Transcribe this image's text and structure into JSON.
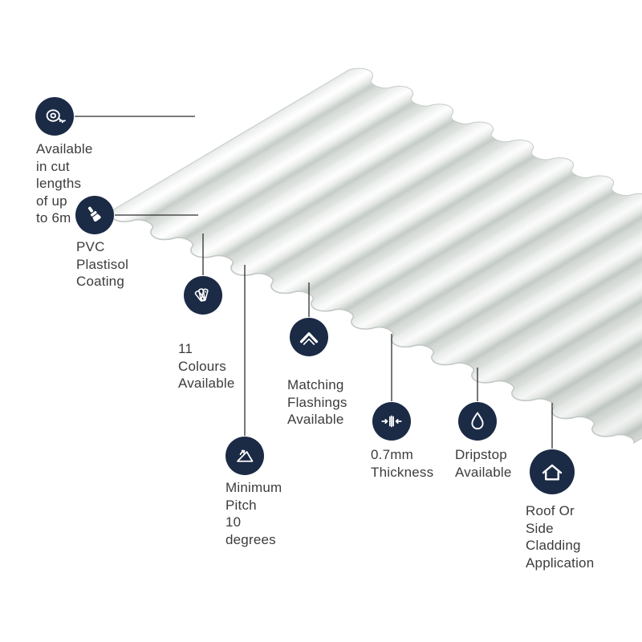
{
  "product": {
    "illustration": "corrugated-roofing-sheet"
  },
  "features": [
    {
      "id": "cut-lengths",
      "icon": "tape-measure-icon",
      "label": "Available in cut\nlengths of up\nto 6m"
    },
    {
      "id": "pvc-coating",
      "icon": "paintbrush-icon",
      "label": "PVC Plastisol\nCoating"
    },
    {
      "id": "colours",
      "icon": "colour-swatch-icon",
      "label": "11 Colours\nAvailable"
    },
    {
      "id": "flashings",
      "icon": "flashing-icon",
      "label": "Matching\nFlashings\nAvailable"
    },
    {
      "id": "pitch",
      "icon": "pitch-angle-icon",
      "label": "Minimum Pitch\n10 degrees"
    },
    {
      "id": "thickness",
      "icon": "thickness-icon",
      "label": "0.7mm\nThickness"
    },
    {
      "id": "dripstop",
      "icon": "droplet-icon",
      "label": "Dripstop\nAvailable"
    },
    {
      "id": "cladding",
      "icon": "house-icon",
      "label": "Roof Or Side\nCladding\nApplication"
    }
  ],
  "colors": {
    "badge": "#1B2A45",
    "text": "#3C3C3C",
    "line": "#2E2E2E",
    "sheet_highlight": "#FFFFFF",
    "sheet_shadow": "#C7CEC9",
    "sheet_base": "#EEF0EE"
  }
}
